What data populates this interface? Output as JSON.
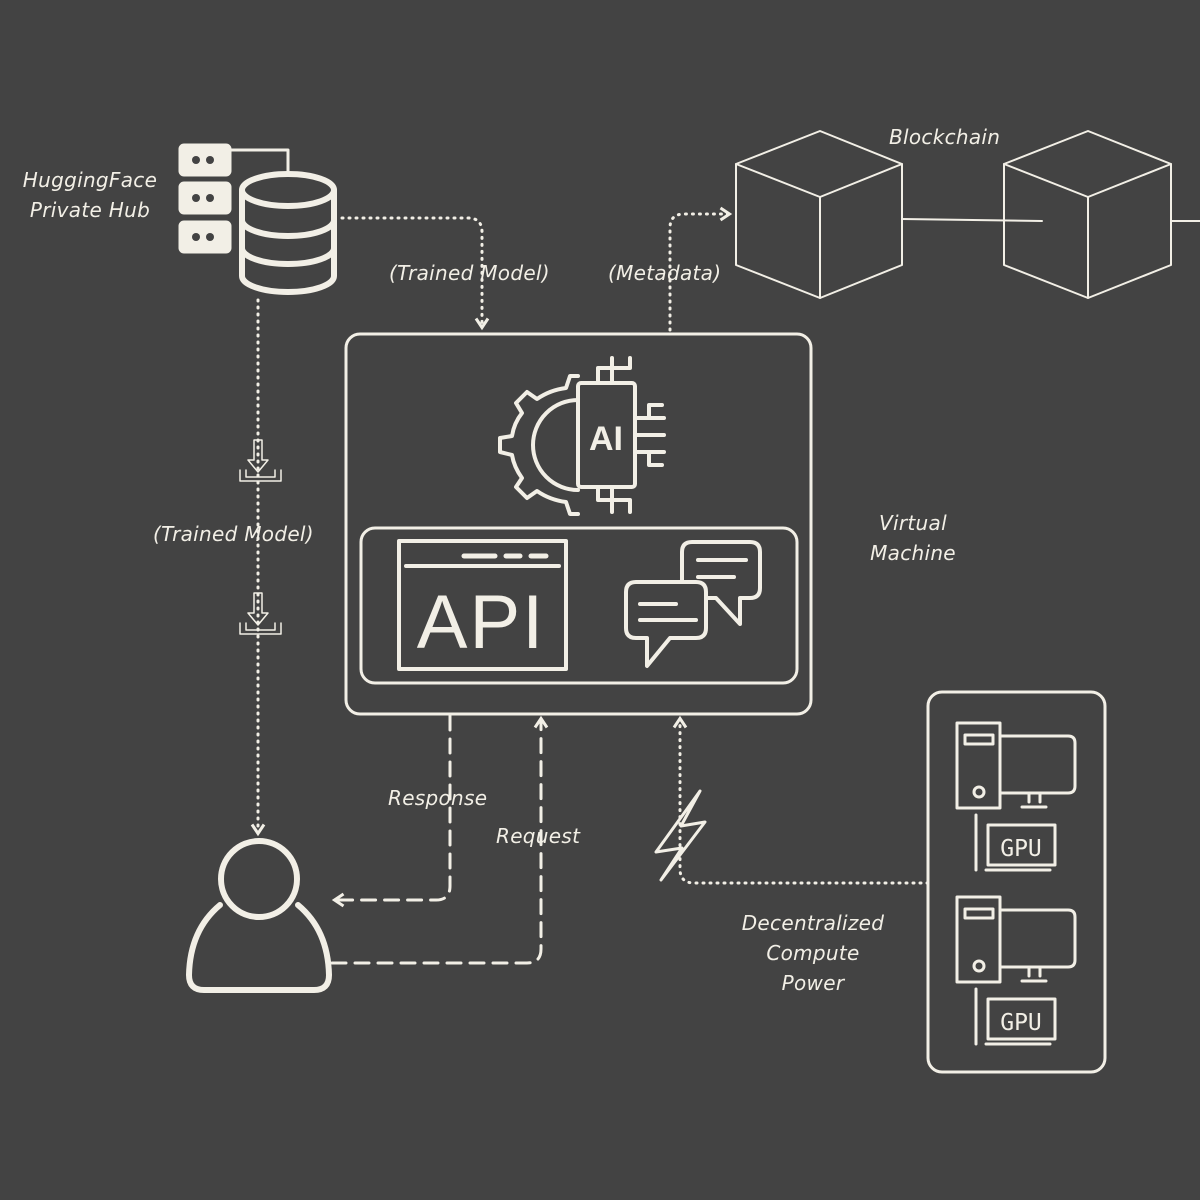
{
  "labels": {
    "hub_line1": "HuggingFace",
    "hub_line2": "Private Hub",
    "trained_model_top": "(Trained Model)",
    "metadata": "(Metadata)",
    "blockchain": "Blockchain",
    "trained_model_side": "(Trained Model)",
    "vm_line1": "Virtual",
    "vm_line2": "Machine",
    "response": "Response",
    "request": "Request",
    "compute_line1": "Decentralized",
    "compute_line2": "Compute",
    "compute_line3": "Power"
  },
  "icons": {
    "ai_chip": "AI",
    "api": "API",
    "gpu_1": "GPU",
    "gpu_2": "GPU"
  },
  "colors": {
    "background": "#434343",
    "stroke": "#f2efe6"
  }
}
